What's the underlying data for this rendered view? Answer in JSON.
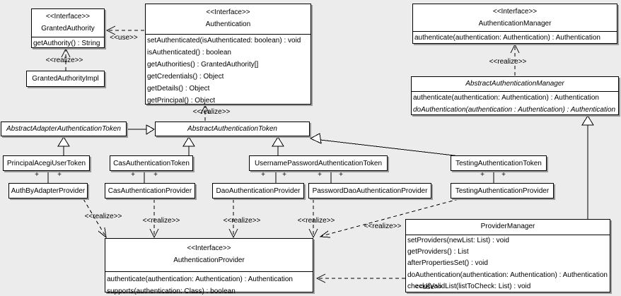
{
  "colors": {
    "background": "#ececec",
    "box_fill": "#ffffff",
    "line": "#000000",
    "shadow": "#999999"
  },
  "labels": {
    "use": "<<use>>",
    "realize": "<<realize>>",
    "plus": "+"
  },
  "classes": {
    "granted_authority": {
      "stereotype": "<<Interface>>",
      "name": "GrantedAuthority",
      "methods": [
        "getAuthority() : String"
      ]
    },
    "granted_authority_impl": {
      "name": "GrantedAuthorityImpl"
    },
    "authentication": {
      "stereotype": "<<Interface>>",
      "name": "Authentication",
      "methods": [
        "setAuthenticated(isAuthenticated: boolean) : void",
        "isAuthenticated() : boolean",
        "getAuthorities() : GrantedAuthority[]",
        "getCredentials() : Object",
        "getDetails() : Object",
        "getPrincipal() : Object"
      ]
    },
    "authentication_manager": {
      "stereotype": "<<Interface>>",
      "name": "AuthenticationManager",
      "methods": [
        "authenticate(authentication: Authentication) : Authentication"
      ]
    },
    "abstract_authentication_manager": {
      "name": "AbstractAuthenticationManager",
      "methods": [
        "authenticate(authentication: Authentication) : Authentication",
        "doAuthentication(authentication : Authentication) : Authentication"
      ]
    },
    "abstract_adapter_authentication_token": {
      "name": "AbstractAdapterAuthenticationToken"
    },
    "abstract_authentication_token": {
      "name": "AbstractAuthenticationToken"
    },
    "principal_acegi_user_token": {
      "name": "PrincipalAcegiUserToken"
    },
    "cas_authentication_token": {
      "name": "CasAuthenticationToken"
    },
    "username_password_authentication_token": {
      "name": "UsernamePasswordAuthenticationToken"
    },
    "testing_authentication_token": {
      "name": "TestingAuthenticationToken"
    },
    "auth_by_adapter_provider": {
      "name": "AuthByAdapterProvider"
    },
    "cas_authentication_provider": {
      "name": "CasAuthenticationProvider"
    },
    "dao_authentication_provider": {
      "name": "DaoAuthenticationProvider"
    },
    "password_dao_authentication_provider": {
      "name": "PasswordDaoAuthenticationProvider"
    },
    "testing_authentication_provider": {
      "name": "TestingAuthenticationProvider"
    },
    "authentication_provider": {
      "stereotype": "<<Interface>>",
      "name": "AuthenticationProvider",
      "methods": [
        "authenticate(authentication: Authentication) : Authentication",
        "supports(authentication: Class) : boolean"
      ]
    },
    "provider_manager": {
      "name": "ProviderManager",
      "methods": [
        "setProviders(newList: List) : void",
        "getProviders() : List",
        "afterPropertiesSet() : void",
        "doAuthentication(authentication: Authentication) : Authentication",
        "checkIfValidList(listToCheck: List) : void"
      ]
    }
  }
}
